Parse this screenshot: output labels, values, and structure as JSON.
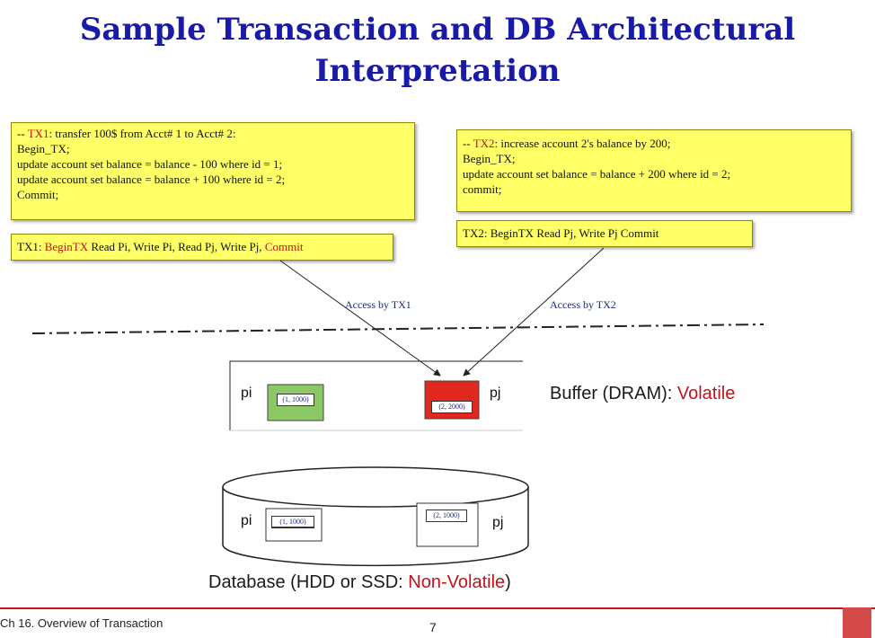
{
  "title_line1": "Sample Transaction and DB Architectural",
  "title_line2": "Interpretation",
  "tx1": {
    "comment_prefix": "-- ",
    "name": "TX1",
    "comment_rest": ": transfer 100$ from Acct# 1 to Acct# 2:",
    "lines": [
      "Begin_TX;",
      "update account set balance = balance - 100 where id = 1;",
      "update account set balance = balance + 100 where id = 2;",
      "Commit;"
    ]
  },
  "tx2": {
    "comment_prefix": "-- ",
    "name": "TX2",
    "comment_rest": ": increase account 2's balance by 200;",
    "lines": [
      "Begin_TX;",
      "update account set balance = balance + 200 where id = 2;",
      "commit;"
    ]
  },
  "tx1_schedule": {
    "label": "TX1: ",
    "begin": "BeginTX",
    "ops": " Read Pi, Write Pi, Read Pj, Write Pj, ",
    "commit": "Commit"
  },
  "tx2_schedule": {
    "text": "TX2: BeginTX  Read Pj, Write Pj   Commit"
  },
  "access_tx1": "Access by TX1",
  "access_tx2": "Access by TX2",
  "buffer": {
    "pi_label": "pi",
    "pj_label": "pj",
    "pi_value": "(1, 1000)",
    "pj_value": "(2, 2000)",
    "pi_color": "#8cc865",
    "pj_color": "#e0281e",
    "caption_prefix": "Buffer (DRAM): ",
    "caption_emph": "Volatile"
  },
  "database": {
    "pi_label": "pi",
    "pj_label": "pj",
    "pi_value": "(1, 1000)",
    "pj_value": "(2, 1000)",
    "caption_prefix": "Database (HDD or SSD: ",
    "caption_emph": "Non-Volatile",
    "caption_suffix": ")"
  },
  "footer": {
    "left": "Ch 16. Overview of Transaction",
    "page": "7"
  }
}
